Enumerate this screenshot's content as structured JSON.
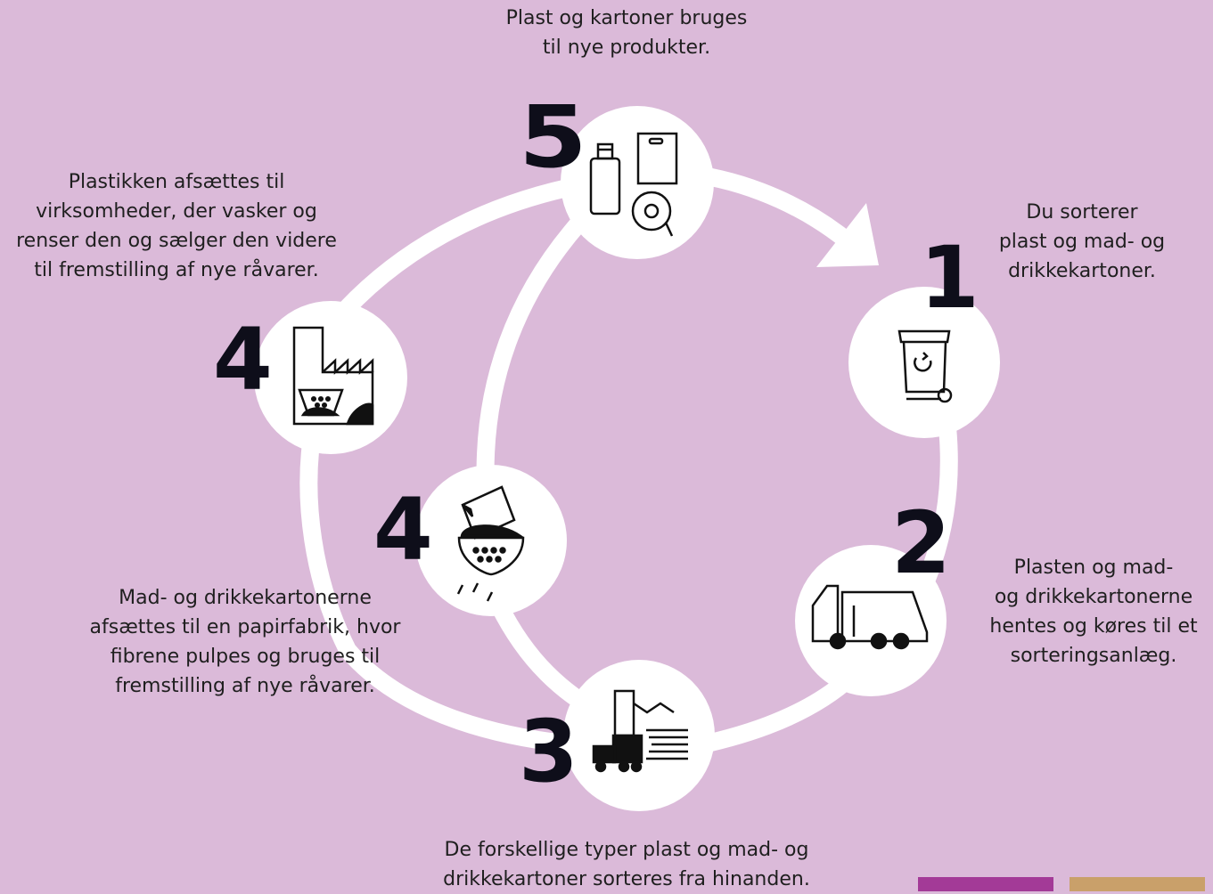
{
  "colors": {
    "background": "#dbbad9",
    "ring": "#ffffff",
    "number": "#0e0e1a",
    "icon": "#111111",
    "swatch_magenta": "#a33a97",
    "swatch_tan": "#c9a06a"
  },
  "steps": [
    {
      "number": "1",
      "icon": "recycling-bin-icon",
      "caption": "Du sorterer\nplast og mad- og\ndrikkekartoner."
    },
    {
      "number": "2",
      "icon": "garbage-truck-icon",
      "caption": "Plasten og mad-\nog drikkekartonerne\nhentes og køres til et\nsorteringsanlæg."
    },
    {
      "number": "3",
      "icon": "sorting-plant-icon",
      "caption": "De forskellige typer plast og mad- og\ndrikkekartoner sorteres fra hinanden."
    },
    {
      "number": "4",
      "icon": "paper-pulp-icon",
      "caption": "Mad- og drikkekartonerne\nafsættes til en papirfabrik, hvor\nfibrene pulpes og bruges til\nfremstilling af nye råvarer."
    },
    {
      "number": "4",
      "icon": "plastic-factory-icon",
      "caption": "Plastikken afsættes til\nvirksomheder, der vasker og\nrenser den og sælger den videre\ntil fremstilling af nye råvarer."
    },
    {
      "number": "5",
      "icon": "new-products-icon",
      "caption": "Plast og kartoner bruges\ntil nye produkter."
    }
  ]
}
